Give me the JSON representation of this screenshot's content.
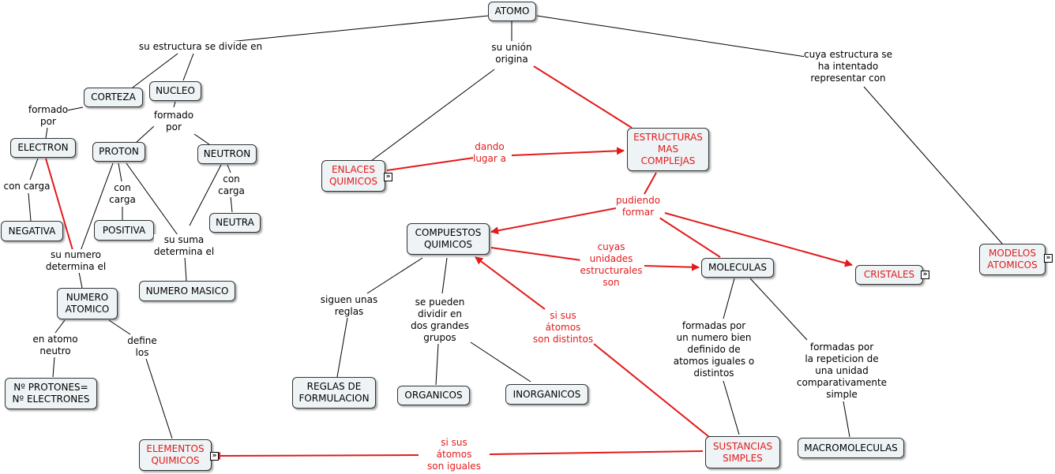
{
  "colors": {
    "red": "#e31a1a",
    "black": "#000000",
    "node_fill": "#eef3f5"
  },
  "nodes": {
    "atomo": "ATOMO",
    "corteza": "CORTEZA",
    "nucleo": "NUCLEO",
    "electron": "ELECTRON",
    "proton": "PROTON",
    "neutron": "NEUTRON",
    "negativa": "NEGATIVA",
    "positiva": "POSITIVA",
    "neutra": "NEUTRA",
    "numero_masico": "NUMERO MASICO",
    "numero_atomico": "NUMERO\nATOMICO",
    "protones_electrones": "Nº PROTONES=\nNº ELECTRONES",
    "elementos_quimicos": "ELEMENTOS\nQUIMICOS",
    "enlaces_quimicos": "ENLACES\nQUIMICOS",
    "estructuras_mas_complejas": "ESTRUCTURAS\nMAS\nCOMPLEJAS",
    "compuestos_quimicos": "COMPUESTOS\nQUIMICOS",
    "moleculas": "MOLECULAS",
    "cristales": "CRISTALES",
    "modelos_atomicos": "MODELOS\nATOMICOS",
    "reglas_formulacion": "REGLAS DE\nFORMULACION",
    "organicos": "ORGANICOS",
    "inorganicos": "INORGANICOS",
    "sustancias_simples": "SUSTANCIAS\nSIMPLES",
    "macromoleculas": "MACROMOLECULAS"
  },
  "labels": {
    "su_estructura": "su estructura se divide en",
    "su_union": "su unión\norigina",
    "cuya_estructura": "cuya estructura se\nha intentado\nrepresentar con",
    "formado_por_1": "formado\npor",
    "formado_por_2": "formado\npor",
    "con_carga_1": "con carga",
    "con_carga_2": "con\ncarga",
    "con_carga_3": "con\ncarga",
    "su_numero": "su numero\ndetermina el",
    "su_suma": "su suma\ndetermina el",
    "en_atomo_neutro": "en atomo\nneutro",
    "define_los": "define\nlos",
    "dando_lugar": "dando\nlugar a",
    "pudiendo_formar": "pudiendo\nformar",
    "cuyas_unidades": "cuyas\nunidades\nestructurales\nson",
    "si_sus_distintos": "si sus\nátomos\nson distintos",
    "si_sus_iguales": "si sus\nátomos\nson iguales",
    "siguen_reglas": "siguen unas\nreglas",
    "se_pueden_dividir": "se pueden\ndividir en\ndos grandes\ngrupos",
    "formadas_numero": "formadas por\nun numero bien\ndefinido de\natomos iguales o\ndistintos",
    "formadas_repeticion": "formadas por\nla repeticion de\nuna unidad\ncomparativamente\nsimple"
  },
  "expand_icon": "double-chevron-right-icon"
}
